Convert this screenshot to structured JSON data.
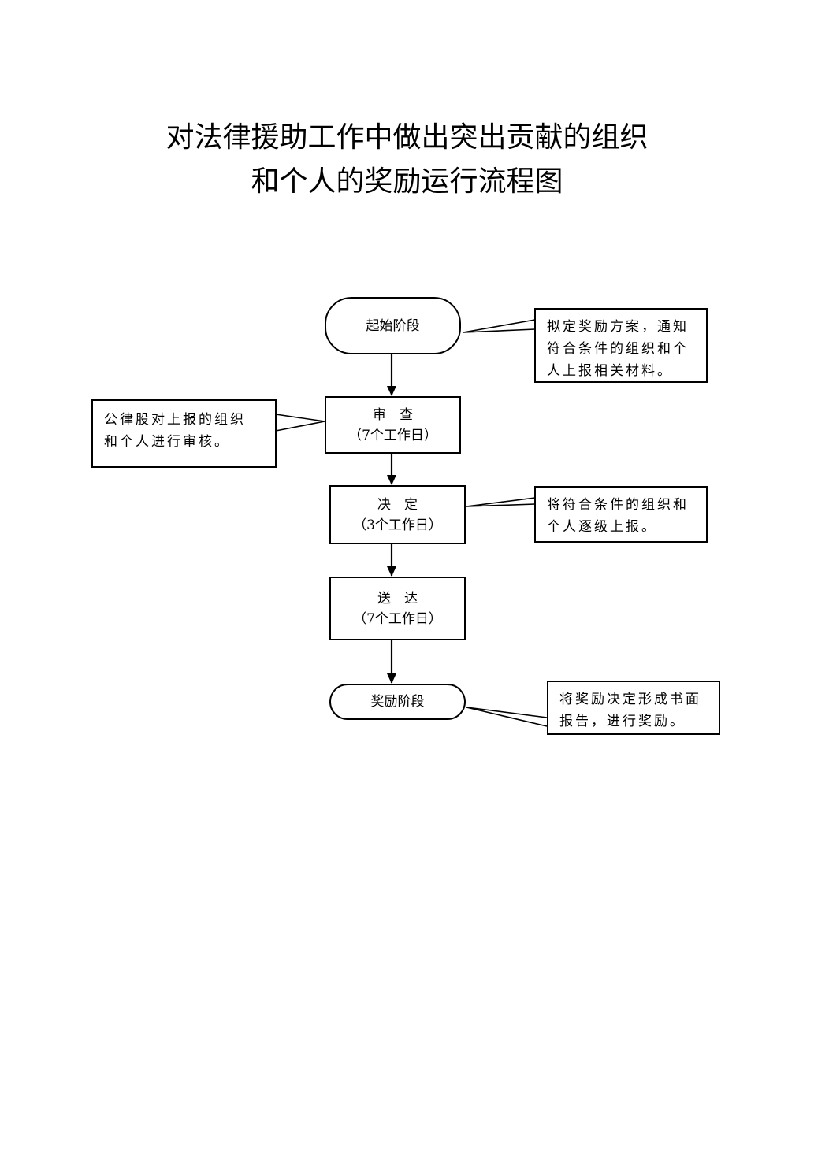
{
  "title": {
    "line1": "对法律援助工作中做出突出贡献的组织",
    "line2": "和个人的奖励运行流程图"
  },
  "nodes": {
    "start": {
      "label": "起始阶段"
    },
    "review": {
      "label": "审　查",
      "duration": "（7个工作日）"
    },
    "decide": {
      "label": "决　定",
      "duration": "（3个工作日）"
    },
    "deliver": {
      "label": "送　达",
      "duration": "（7个工作日）"
    },
    "reward": {
      "label": "奖励阶段"
    }
  },
  "notes": {
    "start": {
      "lines": [
        "拟定奖励方案，通知",
        "符合条件的组织和个",
        "人上报相关材料。"
      ]
    },
    "review": {
      "lines": [
        "公律股对上报的组织",
        "和个人进行审核。"
      ]
    },
    "decide": {
      "lines": [
        "将符合条件的组织和",
        "个人逐级上报。"
      ]
    },
    "reward": {
      "lines": [
        "将奖励决定形成书面",
        "报告，进行奖励。"
      ]
    }
  }
}
